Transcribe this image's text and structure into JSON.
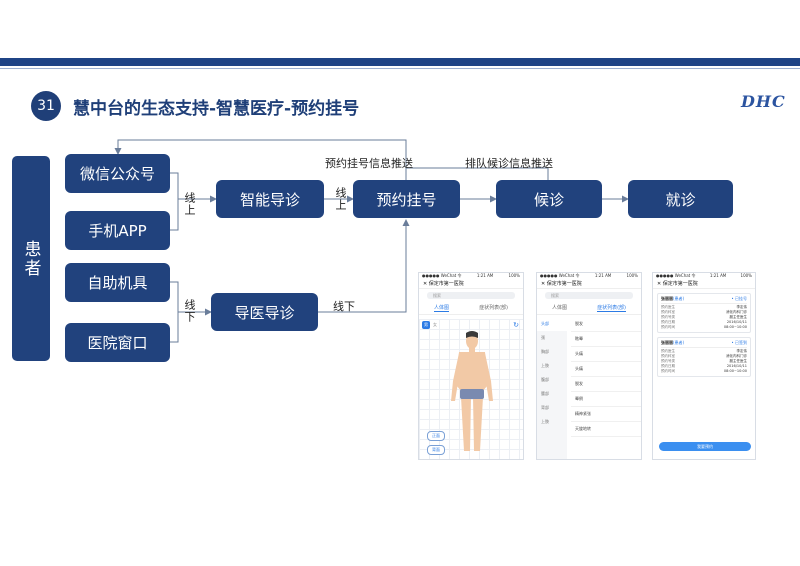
{
  "header": {
    "slide_number": "31",
    "title": "慧中台的生态支持-智慧医疗-预约挂号",
    "logo": "DHC"
  },
  "flow": {
    "patient": "患者",
    "wechat": "微信公众号",
    "mobile_app": "手机APP",
    "kiosk": "自助机具",
    "window": "医院窗口",
    "smart_guide": "智能导诊",
    "doctor_guide": "导医导诊",
    "appointment": "预约挂号",
    "waiting": "候诊",
    "consultation": "就诊",
    "online_label_1": "线上",
    "online_label_2": "线上",
    "offline_label_1": "线下",
    "offline_label_2": "线下",
    "push_appointment": "预约挂号信息推送",
    "push_queue": "排队候诊信息推送"
  },
  "phones": {
    "status_left": "●●●●● WeChat 令",
    "status_time": "1:21 AM",
    "status_right": "100%",
    "hospital": "保定市第一医院",
    "search": "搜索",
    "tab_body": "人体图",
    "tab_dept": "症状列表(部)",
    "p1_male": "男",
    "p1_female": "女",
    "p1_btn_front": "正面",
    "p1_btn_back": "背面",
    "p2_parts": [
      "头部",
      "颈",
      "胸部",
      "上肢",
      "腹部",
      "腰部",
      "背部",
      "上肢"
    ],
    "p2_symptoms": [
      "脱发",
      "眩晕",
      "头痛",
      "头痛",
      "脱发",
      "晕倒",
      "精神紧张",
      "天旋地转"
    ],
    "p3_card1_name": "张丽丽",
    "p3_card1_tag": "(患者)",
    "p3_card1_status": "• 已挂号",
    "p3_card2_name": "张丽丽",
    "p3_card2_tag": "(患者)",
    "p3_card2_status": "• 已签到",
    "p3_rows": [
      {
        "k": "预约医生",
        "v": "李定伟"
      },
      {
        "k": "预约科室",
        "v": "消化内科门诊"
      },
      {
        "k": "预约号类",
        "v": "副主任医生"
      },
      {
        "k": "预约日期",
        "v": "2016/10/11"
      },
      {
        "k": "预约时间",
        "v": "08:00~10:00"
      }
    ],
    "p3_button": "我要预约"
  }
}
